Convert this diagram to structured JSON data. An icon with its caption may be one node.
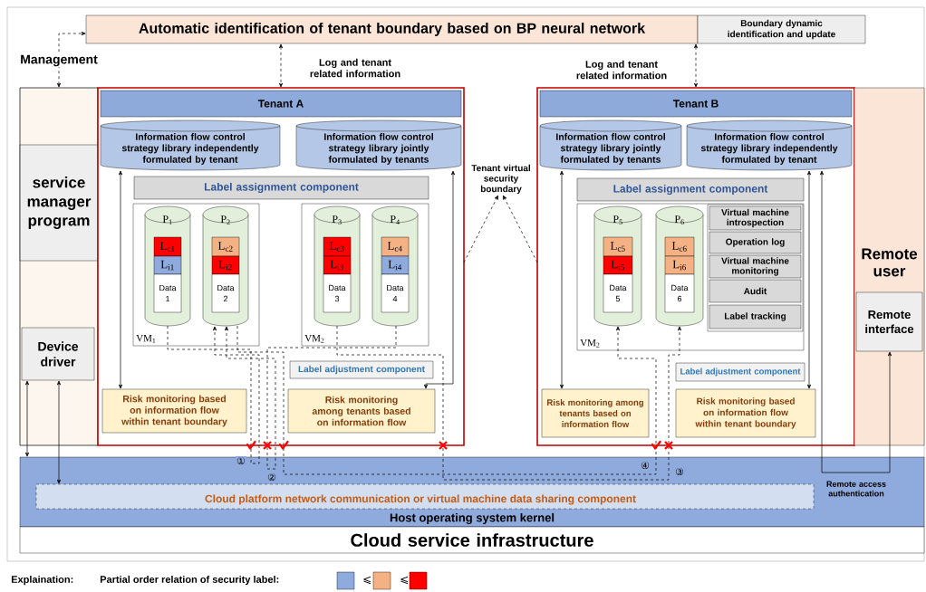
{
  "diagram": {
    "nodes": [
      {
        "text": [
          "Automatic identification of tenant boundary based on BP neural network"
        ]
      },
      {
        "text": [
          "Boundary dynamic identification and update"
        ]
      },
      {
        "text": [
          "service manager program"
        ]
      },
      {
        "text": [
          "Device driver"
        ],
        "in": 2
      },
      {
        "text": [
          "Tenant A"
        ]
      },
      {
        "text": [
          "Information flow control strategy library independently formulated by tenant"
        ],
        "in": 4
      },
      {
        "text": [
          "Information flow control strategy library jointly formulated by tenants"
        ],
        "in": 4
      },
      {
        "text": [
          "Label assignment component"
        ],
        "in": 4
      },
      {
        "text": [
          "VM$_{1}$"
        ],
        "in": 4
      },
      {
        "text": [
          "P$_{1}$"
        ],
        "in": 8
      },
      {
        "text": [
          "L$_{c1}$"
        ],
        "in": 9
      },
      {
        "text": [
          "L$_{i1}$"
        ],
        "in": 9
      },
      {
        "text": [
          "Data 1"
        ],
        "in": 9
      },
      {
        "text": [
          "P$_{2}$"
        ],
        "in": 8
      },
      {
        "text": [
          "L$_{c2}$"
        ],
        "in": 13
      },
      {
        "text": [
          "L$_{i2}$"
        ],
        "in": 13
      },
      {
        "text": [
          "Data 2"
        ],
        "in": 13
      },
      {
        "text": [
          "VM$_{2}$"
        ],
        "in": 4
      },
      {
        "text": [
          "P$_{3}$"
        ],
        "in": 17
      },
      {
        "text": [
          "L$_{c3}$"
        ],
        "in": 18
      },
      {
        "text": [
          "L$_{i3}$"
        ],
        "in": 18
      },
      {
        "text": [
          "Data 3"
        ],
        "in": 18
      },
      {
        "text": [
          "P$_{4}$"
        ],
        "in": 17
      },
      {
        "text": [
          "L$_{c4}$"
        ],
        "in": 22
      },
      {
        "text": [
          "L$_{i4}$"
        ],
        "in": 22
      },
      {
        "text": [
          "Data 4"
        ],
        "in": 22
      },
      {
        "text": [
          "Label adjustment component"
        ],
        "in": 4
      },
      {
        "text": [
          "Risk monitoring based on information flow within tenant boundary"
        ],
        "in": 4
      },
      {
        "text": [
          "Risk monitoring among tenants based on information flow"
        ],
        "in": 4
      },
      {
        "text": [
          "Tenant B"
        ]
      },
      {
        "text": [
          "Information flow control strategy library jointly formulated by tenants"
        ],
        "in": 29
      },
      {
        "text": [
          "Information flow control strategy library independently formulated by tenant"
        ],
        "in": 29
      },
      {
        "text": [
          "Label assignment component"
        ],
        "in": 29
      },
      {
        "text": [
          "VM$_{2}$"
        ],
        "in": 29
      },
      {
        "text": [
          "P$_{5}$"
        ],
        "in": 33
      },
      {
        "text": [
          "L$_{c5}$"
        ],
        "in": 34
      },
      {
        "text": [
          "L$_{i5}$"
        ],
        "in": 34
      },
      {
        "text": [
          "Data 5"
        ],
        "in": 34
      },
      {
        "text": [
          "P$_{6}$"
        ],
        "in": 33
      },
      {
        "text": [
          "L$_{c6}$"
        ],
        "in": 38
      },
      {
        "text": [
          "L$_{i6}$"
        ],
        "in": 38
      },
      {
        "text": [
          "Data 6"
        ],
        "in": 38
      },
      {
        "text": [],
        "shape": "box",
        "in": 33
      },
      {
        "text": [
          "Virtual machine introspection"
        ],
        "in": 42
      },
      {
        "text": [
          "Operation log"
        ],
        "in": 42
      },
      {
        "text": [
          "Virtual machine monitoring"
        ],
        "in": 42
      },
      {
        "text": [
          "Audit"
        ],
        "in": 42
      },
      {
        "text": [
          "Label tracking"
        ],
        "in": 42
      },
      {
        "text": [
          "Label adjustment component"
        ],
        "in": 29
      },
      {
        "text": [
          "Risk monitoring among tenants based on information flow"
        ],
        "in": 29
      },
      {
        "text": [
          "Risk monitoring based on information flow within tenant boundary"
        ],
        "in": 29
      },
      {
        "text": [
          "Remote user"
        ]
      },
      {
        "text": [
          "Remote interface"
        ],
        "in": 51
      },
      {
        "text": [
          "Host operating system kernel"
        ]
      },
      {
        "text": [
          "Cloud platform network communication or virtual machine data sharing component"
        ],
        "in": 53
      },
      {
        "text": [
          "Cloud service infrastructure"
        ]
      },
      {
        "text": [
          "Tenant virtual security boundary"
        ]
      }
    ],
    "edges": [
      {
        "from": 2,
        "to": 0,
        "arrow": "both",
        "style": "dashed",
        "label": "Management"
      },
      {
        "from": 0,
        "to": 4,
        "arrow": "both",
        "style": "dashed",
        "label": "Log and tenant related information"
      },
      {
        "from": 1,
        "to": 29,
        "arrow": "both",
        "style": "dashed",
        "label": "Log and tenant related information"
      },
      {
        "from": 5,
        "to": 27,
        "arrow": "both"
      },
      {
        "from": 6,
        "to": 28,
        "arrow": "both"
      },
      {
        "from": 30,
        "to": 49,
        "arrow": "both"
      },
      {
        "from": 31,
        "to": 50,
        "arrow": "both"
      },
      {
        "from": 31,
        "to": 52,
        "arrow": "both",
        "label": "Remote access authentication"
      },
      {
        "from": 3,
        "to": 53,
        "arrow": "both"
      },
      {
        "from": 3,
        "to": 54,
        "arrow": "both"
      },
      {
        "from": 4,
        "to": 56,
        "arrow": "to",
        "style": "dashed"
      },
      {
        "from": 29,
        "to": 56,
        "arrow": "to",
        "style": "dashed"
      },
      {
        "from": 9,
        "to": 13,
        "arrow": "to",
        "style": "dashed",
        "label": "①"
      },
      {
        "from": 22,
        "to": 13,
        "arrow": "to",
        "style": "dashed",
        "label": "②"
      },
      {
        "from": 13,
        "to": 34,
        "arrow": "to",
        "style": "dashed",
        "label": "④"
      },
      {
        "from": 18,
        "to": 38,
        "arrow": "to",
        "style": "dashed",
        "label": "③"
      }
    ],
    "labels": [
      "Explaination:",
      "Partial order relation of security label:",
      "⩽",
      "⩽"
    ]
  }
}
